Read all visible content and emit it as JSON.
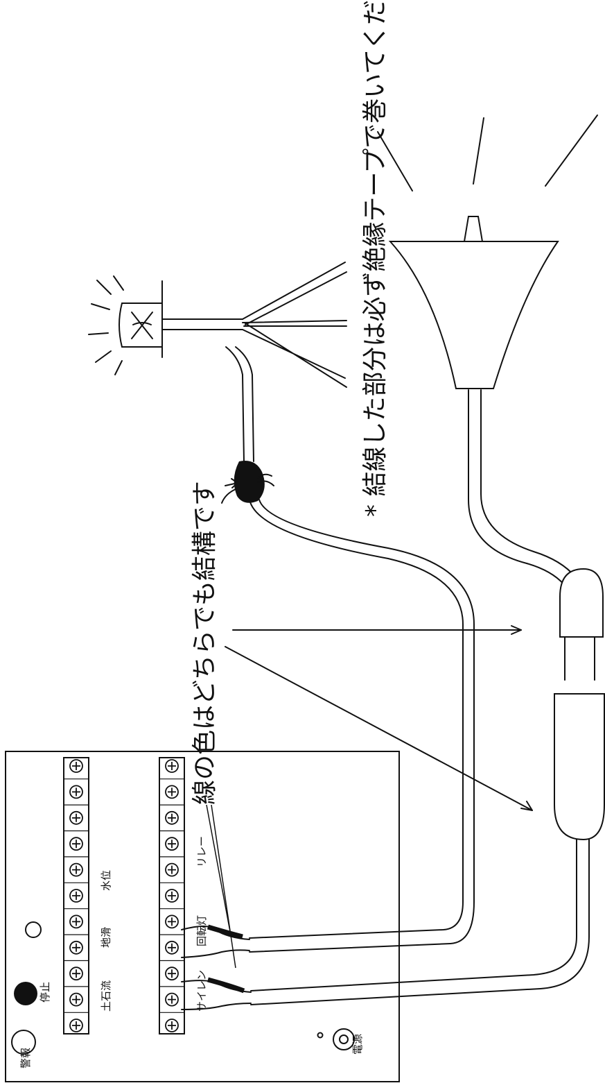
{
  "annotations": {
    "tape_note": "* 結線した部分は必ず絶縁テープで巻いてください。",
    "wire_color_note": "線の色はどちらでも結構です"
  },
  "panel": {
    "warning_label": "警報",
    "stop_label": "停止",
    "power_label": "電源",
    "terminal_top": {
      "label_landslide": "土石流",
      "label_earthquake": "地滑",
      "label_water_level": "水位"
    },
    "terminal_bottom": {
      "label_siren": "サイレン",
      "label_rotating_light": "回転灯",
      "label_relay": "リレー"
    }
  }
}
